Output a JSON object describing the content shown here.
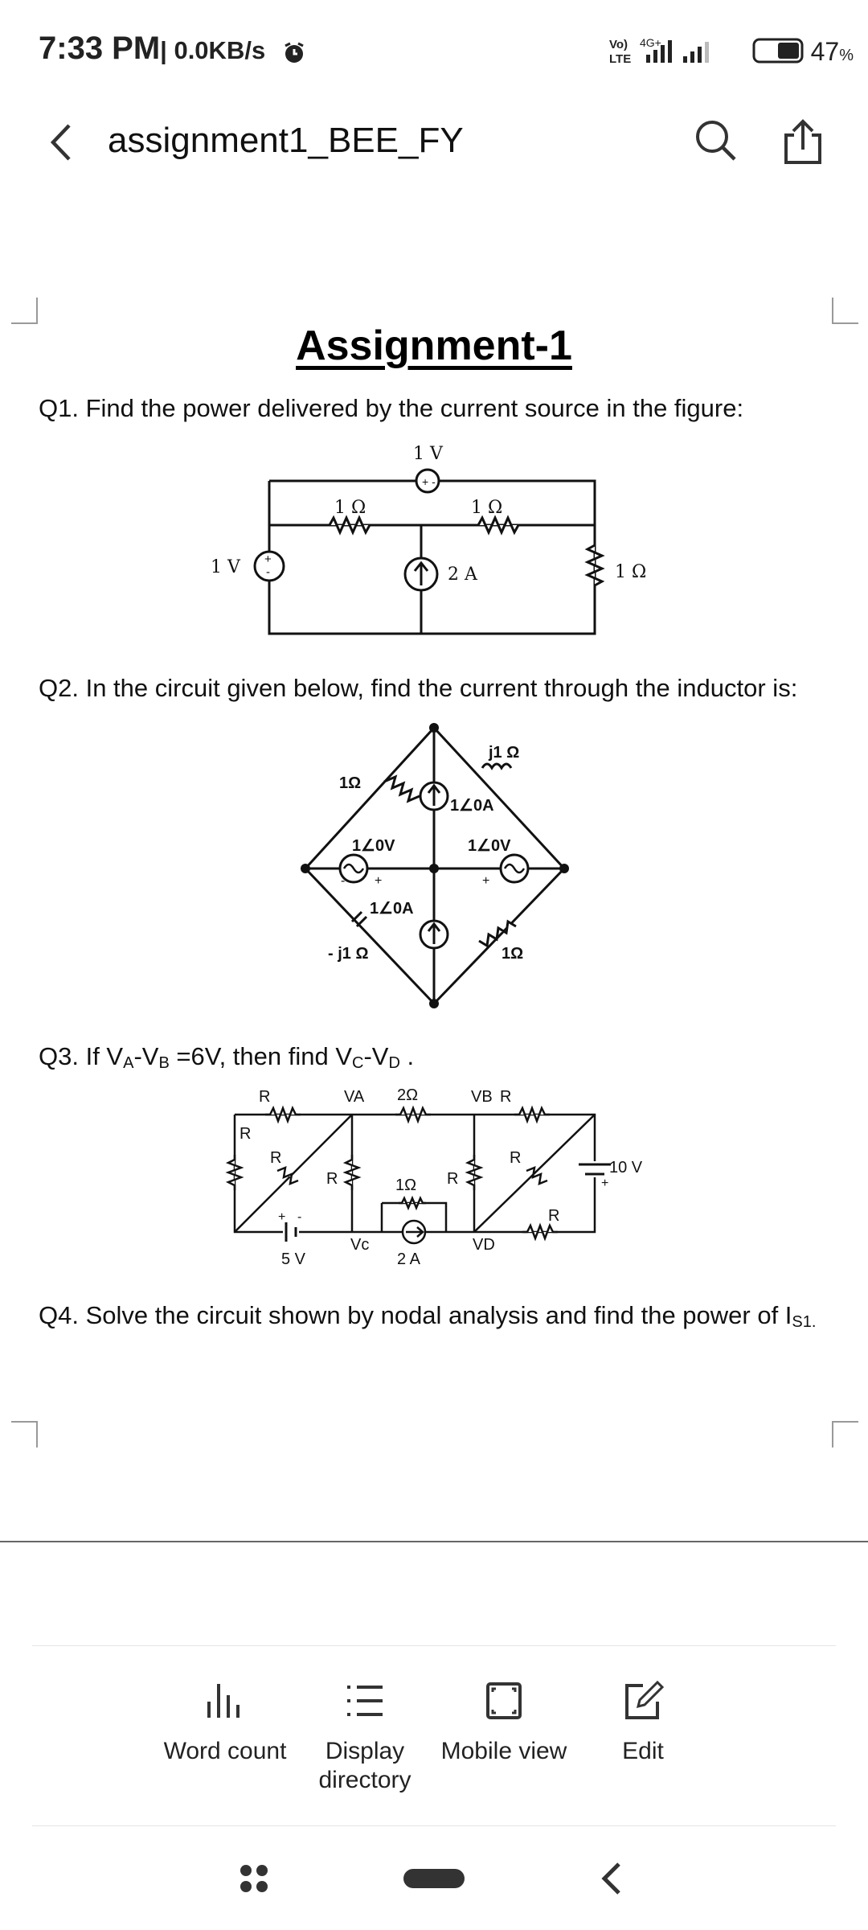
{
  "status_bar": {
    "time": "7:33 PM",
    "speed": "| 0.0KB/s",
    "network_top": "Vo)",
    "network_bottom": "LTE",
    "network_type": "4G+",
    "battery": "47",
    "battery_unit": "%"
  },
  "header": {
    "title": "assignment1_BEE_FY",
    "back_icon": "chevron-left-icon",
    "search_icon": "search-icon",
    "share_icon": "share-icon"
  },
  "document": {
    "heading": "Assignment-1",
    "q1": "Q1. Find the power delivered by the current source in the figure:",
    "q2": "Q2. In the circuit given below, find the current through the inductor is:",
    "q3": {
      "prefix": "Q3. If V",
      "sub_a": "A",
      "mid1": "-V",
      "sub_b": "B",
      "mid2": " =6V, then find V",
      "sub_c": "C",
      "mid3": "-V",
      "sub_d": "D",
      "suffix": " ."
    },
    "q4": {
      "text": "Q4.  Solve the circuit shown by nodal analysis and find the power of I",
      "sub": "S1."
    },
    "circuit1": {
      "src_top": "1 V",
      "src_left": "1 V",
      "r_left": "1 Ω",
      "r_right": "1 Ω",
      "r_far": "1 Ω",
      "current": "2 A"
    },
    "circuit2": {
      "r_tl": "1Ω",
      "l_tr": "j1 Ω",
      "cs_top": "1∠0A",
      "vs_left": "1∠0V",
      "vs_right": "1∠0V",
      "cs_bottom": "1∠0A",
      "c_bl": "- j1 Ω",
      "r_br": "1Ω",
      "plus": "+",
      "minus": "-"
    },
    "circuit3": {
      "r1": "R",
      "va": "VA",
      "r_2ohm": "2Ω",
      "vb": "VB",
      "r2": "R",
      "r_left": "R",
      "r_diag1": "R",
      "r_v1": "R",
      "r_1ohm": "1Ω",
      "r_v2": "R",
      "r_diag2": "R",
      "r_bot": "R",
      "v10": "10 V",
      "v5": "5 V",
      "vc": "Vc",
      "vd": "VD",
      "cs": "2 A",
      "plus": "+",
      "minus": "-"
    }
  },
  "action_bar": {
    "items": [
      {
        "label": "Word count",
        "icon": "bar-chart-icon"
      },
      {
        "label": "Display directory",
        "icon": "list-icon"
      },
      {
        "label": "Mobile view",
        "icon": "mobile-view-icon"
      },
      {
        "label": "Edit",
        "icon": "edit-icon"
      }
    ]
  },
  "nav_bar": {
    "menu_icon": "menu-dots-icon",
    "home_icon": "home-pill-icon",
    "back_icon": "back-chevron-icon"
  }
}
